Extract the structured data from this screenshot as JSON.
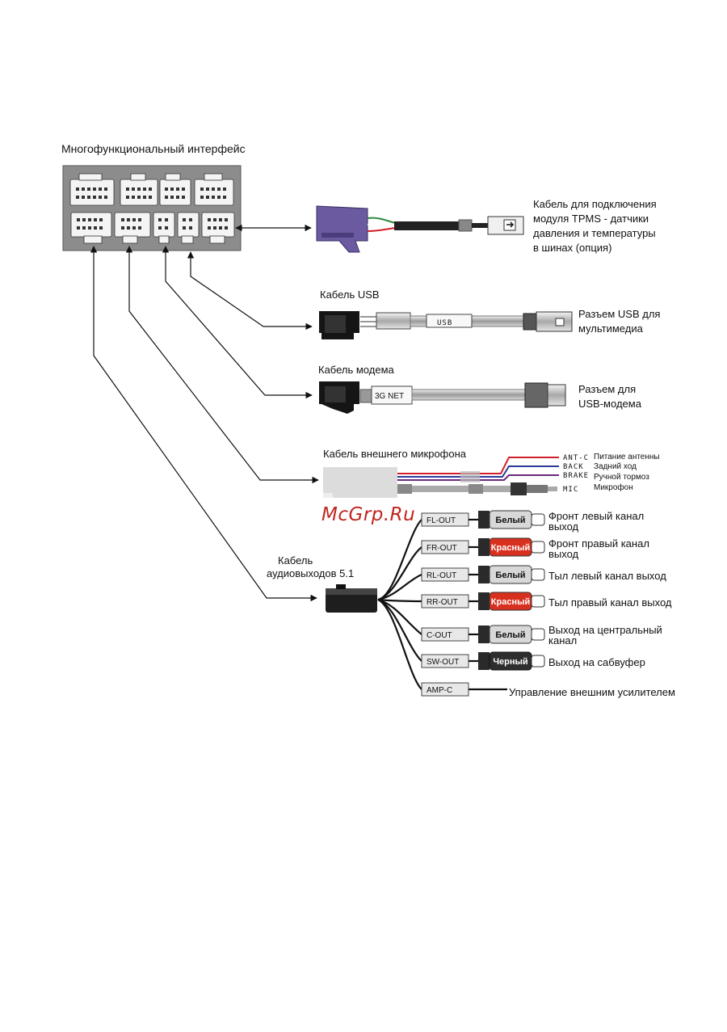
{
  "interface_title": "Многофункциональный интерфейс",
  "tpms": {
    "label_lines": [
      "Кабель для подключения",
      "модуля TPMS - датчики",
      "давления и температуры",
      "в шинах (опция)"
    ]
  },
  "usb": {
    "title": "Кабель USB",
    "cable_tag": "USB",
    "label_lines": [
      "Разъем USB для",
      "мультимедиа"
    ]
  },
  "modem": {
    "title": "Кабель модема",
    "cable_tag": "3G NET",
    "label_lines": [
      "Разъем  для",
      "USB-модема"
    ]
  },
  "mic": {
    "title": "Кабель внешнего  микрофона",
    "wires": [
      {
        "code": "ANT-C",
        "desc": "Питание антенны",
        "color": "#d4202a"
      },
      {
        "code": "BACK",
        "desc": "Задний ход",
        "color": "#2a3a9a"
      },
      {
        "code": "BRAKE",
        "desc": "Ручной тормоз",
        "color": "#6a2a7a"
      },
      {
        "code": "MIC",
        "desc": "Микрофон",
        "color": "#888888"
      }
    ]
  },
  "watermark": "McGrp.Ru",
  "audio": {
    "title_lines": [
      "Кабель",
      "аудиовыходов 5.1"
    ],
    "outputs": [
      {
        "tag": "FL-OUT",
        "plug": "Белый",
        "plug_color": "#d8d8d8",
        "text_color": "#111111",
        "desc_lines": [
          "Фронт левый канал",
          "выход"
        ]
      },
      {
        "tag": "FR-OUT",
        "plug": "Красный",
        "plug_color": "#d8301f",
        "text_color": "#ffffff",
        "desc_lines": [
          "Фронт правый канал",
          "выход"
        ]
      },
      {
        "tag": "RL-OUT",
        "plug": "Белый",
        "plug_color": "#d8d8d8",
        "text_color": "#111111",
        "desc_lines": [
          "Тыл левый канал выход"
        ]
      },
      {
        "tag": "RR-OUT",
        "plug": "Красный",
        "plug_color": "#d8301f",
        "text_color": "#ffffff",
        "desc_lines": [
          "Тыл правый канал выход"
        ]
      },
      {
        "tag": "C-OUT",
        "plug": "Белый",
        "plug_color": "#d8d8d8",
        "text_color": "#111111",
        "desc_lines": [
          "Выход на центральный",
          "канал"
        ]
      },
      {
        "tag": "SW-OUT",
        "plug": "Черный",
        "plug_color": "#2e2e2e",
        "text_color": "#ffffff",
        "desc_lines": [
          "Выход на сабвуфер"
        ]
      },
      {
        "tag": "AMP-C",
        "plug": "",
        "plug_color": "",
        "text_color": "",
        "desc_lines": [
          "Управление внешним усилителем"
        ]
      }
    ]
  }
}
